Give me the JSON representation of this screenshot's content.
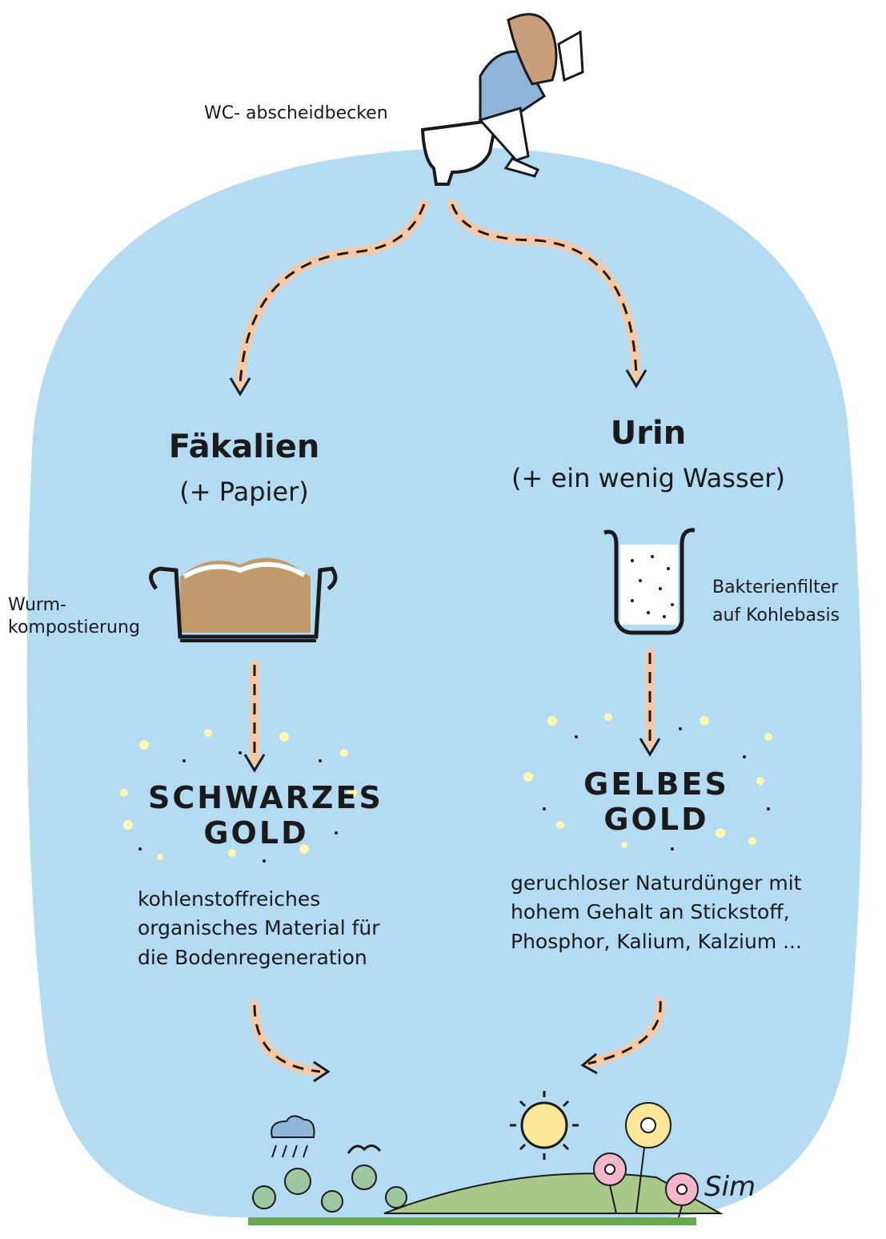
{
  "toilet_label": "WC- abscheidbecken",
  "left": {
    "title": "Fäkalien",
    "subtitle": "(+ Papier)",
    "process_line1": "Wurm-",
    "process_line2": "kompostierung",
    "gold_line1": "SCHWARZES",
    "gold_line2": "GOLD",
    "description": "kohlenstoffreiches organisches Material für die Bodenregeneration"
  },
  "right": {
    "title": "Urin",
    "subtitle": "(+ ein wenig Wasser)",
    "process_line1": "Bakterienfilter",
    "process_line2": "auf Kohlebasis",
    "gold_line1": "GELBES",
    "gold_line2": "GOLD",
    "description": "geruchloser Naturdünger mit hohem Gehalt an Stickstoff, Phosphor, Kalium, Kalzium ..."
  },
  "signature": "Sim",
  "colors": {
    "background_blob": "#b3dcf3",
    "arrow_glow": "#f5c9a6",
    "compost": "#c09a6b",
    "gold_dots": "#fff6b0",
    "sun": "#fbe79a",
    "hill": "#a9c98a"
  },
  "icons": [
    "person-on-toilet-icon",
    "compost-tray-icon",
    "filter-beaker-icon",
    "sun-icon",
    "rain-cloud-icon",
    "bird-icon",
    "flower-icon"
  ]
}
